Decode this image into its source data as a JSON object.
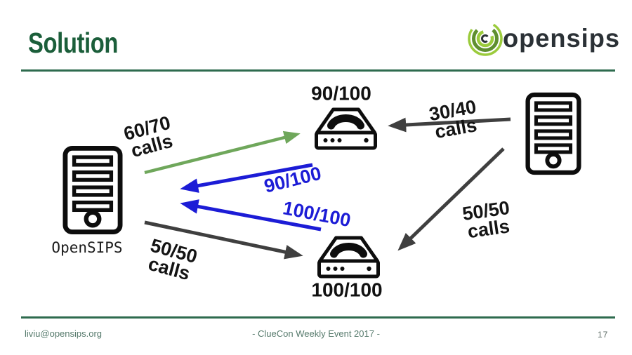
{
  "slide": {
    "title": "Solution",
    "logo": {
      "text": "opensips"
    },
    "footer": {
      "left": "liviu@opensips.org",
      "center": "- ClueCon Weekly Event 2017 -",
      "page_number": "17"
    }
  },
  "diagram": {
    "opensips_label": "OpenSIPS",
    "gateway_top_capacity": "90/100",
    "gateway_bottom_capacity": "100/100",
    "edges": {
      "opensips_to_top": {
        "line1": "60/70",
        "line2": "calls",
        "color": "#6FA75B"
      },
      "opensips_to_bottom": {
        "line1": "50/50",
        "line2": "calls",
        "color": "#3F3F3F"
      },
      "right_to_top": {
        "line1": "30/40",
        "line2": "calls",
        "color": "#3F3F3F"
      },
      "right_to_bottom": {
        "line1": "50/50",
        "line2": "calls",
        "color": "#3F3F3F"
      },
      "top_to_opensips": {
        "label": "90/100",
        "color": "#1C1CD6"
      },
      "bottom_to_opensips": {
        "label": "100/100",
        "color": "#1C1CD6"
      }
    },
    "colors": {
      "accent_green": "#1B5E3A",
      "rule_green": "#2E6B4E",
      "arrow_green": "#6FA75B",
      "arrow_blue": "#1C1CD6",
      "arrow_gray": "#3F3F3F",
      "logo_lime": "#9BCB3C"
    }
  }
}
